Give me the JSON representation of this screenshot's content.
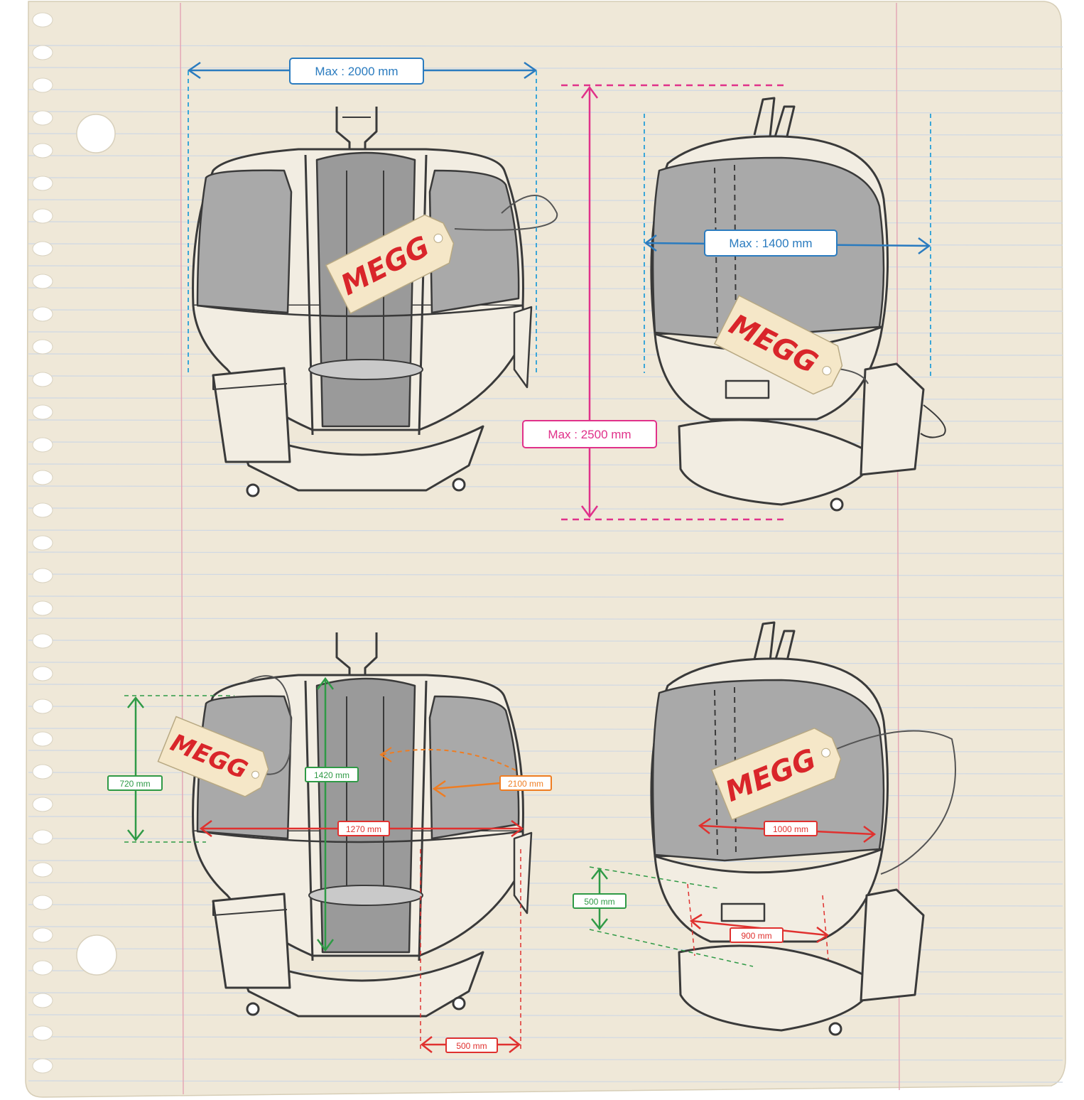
{
  "brand": {
    "tag_text": "MEGG",
    "tag_text_color": "#d9252a",
    "tag_color": "#f5e7c8"
  },
  "colors": {
    "paper": "#efe8d8",
    "ruled_line": "#cfd8e4",
    "margin_line": "#e4a7b6",
    "drawing_line": "#3a3a3a",
    "glass": "#a9a9a9",
    "blue": "#2a7bbf",
    "cyan_guide": "#3aa6d8",
    "magenta": "#e0318a",
    "green": "#2f9a46",
    "orange": "#ef7d22",
    "red": "#e0312f"
  },
  "dimensions": {
    "top_width": "Max : 2000 mm",
    "total_height": "Max : 2500 mm",
    "side_depth": "Max : 1400 mm",
    "window_height": "720 mm",
    "door_height": "1420 mm",
    "inner_width": "1270 mm",
    "door_swing": "2100 mm",
    "door_step": "500 mm",
    "inner_depth": "1000 mm",
    "seat_height": "500 mm",
    "seat_depth": "900 mm"
  }
}
